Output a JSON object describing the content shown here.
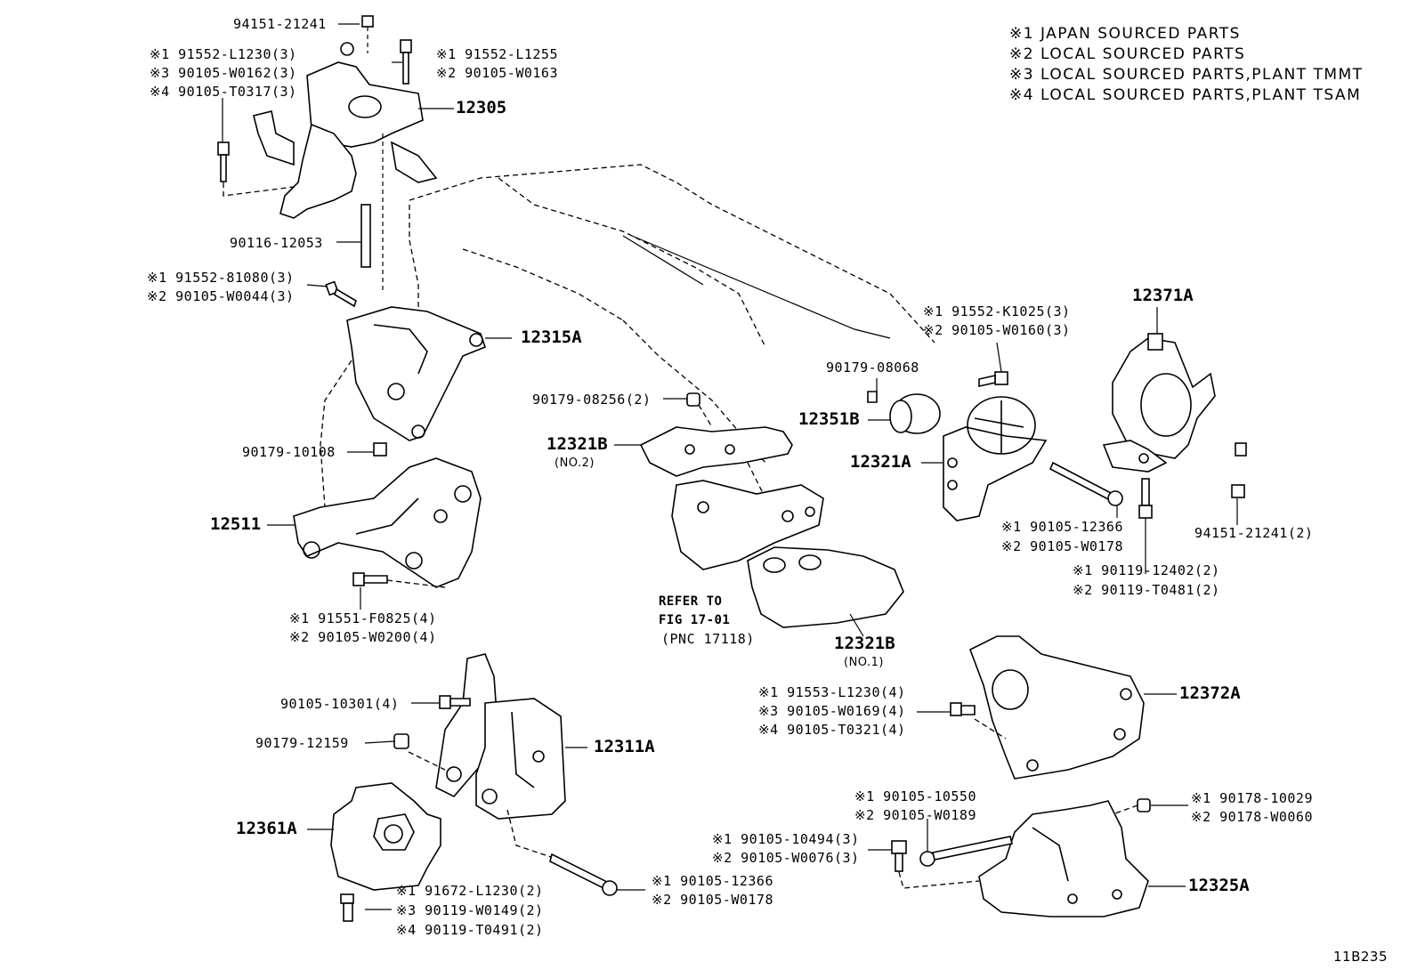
{
  "notes": [
    "※1 JAPAN SOURCED PARTS",
    "※2 LOCAL SOURCED PARTS",
    "※3 LOCAL SOURCED PARTS,PLANT TMMT",
    "※4 LOCAL SOURCED PARTS,PLANT TSAM"
  ],
  "figure_id": "11B235",
  "parts": {
    "p12305": "12305",
    "p12315A": "12315A",
    "p12511": "12511",
    "p12311A": "12311A",
    "p12361A": "12361A",
    "p12321B_no2": "12321B",
    "p12321B_no2_sub": "(NO.2)",
    "p12321B_no1": "12321B",
    "p12321B_no1_sub": "(NO.1)",
    "p12351B": "12351B",
    "p12321A": "12321A",
    "p12371A": "12371A",
    "p12372A": "12372A",
    "p12325A": "12325A"
  },
  "fasteners": {
    "f94151_21241": "94151-21241",
    "f1_91552_L1230": "※1 91552-L1230(3)",
    "f3_90105_W0162": "※3 90105-W0162(3)",
    "f4_90105_T0317": "※4 90105-T0317(3)",
    "f1_91552_L1255": "※1 91552-L1255",
    "f2_90105_W0163": "※2 90105-W0163",
    "f90116_12053": "90116-12053",
    "f1_91552_81080": "※1 91552-81080(3)",
    "f2_90105_W0044": "※2 90105-W0044(3)",
    "f90179_10108": "90179-10108",
    "f1_91551_F0825": "※1 91551-F0825(4)",
    "f2_90105_W0200": "※2 90105-W0200(4)",
    "f90105_10301": "90105-10301(4)",
    "f90179_12159": "90179-12159",
    "f1_91672_L1230": "※1 91672-L1230(2)",
    "f3_90119_W0149": "※3 90119-W0149(2)",
    "f4_90119_T0491": "※4 90119-T0491(2)",
    "f1_90105_12366_b": "※1 90105-12366",
    "f2_90105_W0178_b": "※2 90105-W0178",
    "f90179_08256": "90179-08256(2)",
    "ref_line1": "REFER TO",
    "ref_line2": "FIG 17-01",
    "ref_line3": "(PNC 17118)",
    "f90179_08068": "90179-08068",
    "f1_91552_K1025": "※1 91552-K1025(3)",
    "f2_90105_W0160": "※2 90105-W0160(3)",
    "f1_90105_12366_a": "※1 90105-12366",
    "f2_90105_W0178_a": "※2 90105-W0178",
    "f1_90119_12402": "※1 90119-12402(2)",
    "f2_90119_T0481": "※2 90119-T0481(2)",
    "f94151_21241_2": "94151-21241(2)",
    "f1_91553_L1230": "※1 91553-L1230(4)",
    "f3_90105_W0169": "※3 90105-W0169(4)",
    "f4_90105_T0321": "※4 90105-T0321(4)",
    "f1_90105_10550": "※1 90105-10550",
    "f2_90105_W0189": "※2 90105-W0189",
    "f1_90105_10494": "※1 90105-10494(3)",
    "f2_90105_W0076": "※2 90105-W0076(3)",
    "f1_90178_10029": "※1 90178-10029",
    "f2_90178_W0060": "※2 90178-W0060"
  }
}
